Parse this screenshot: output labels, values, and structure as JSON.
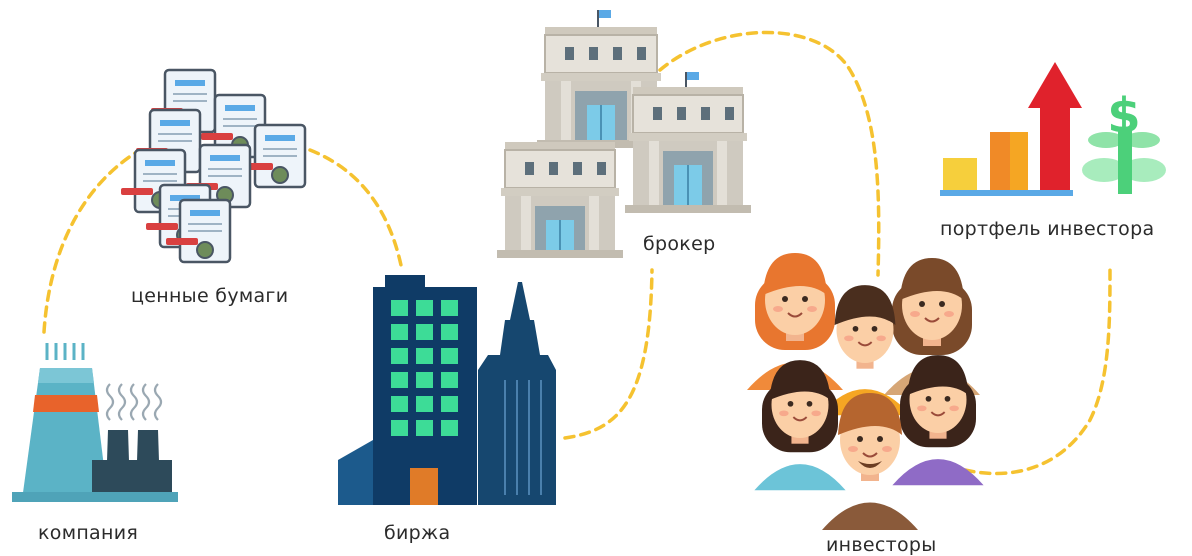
{
  "labels": {
    "company": "компания",
    "securities": "ценные бумаги",
    "exchange": "биржа",
    "broker": "брокер",
    "investors": "инвесторы",
    "portfolio": "портфель инвестора"
  },
  "dollar_sign": "$",
  "colors": {
    "connector": "#f5c230",
    "factory": "#5bb3c6",
    "factory_band": "#e8632b",
    "chimney_dark": "#2d4a5a",
    "tower_dark": "#0f3b66",
    "window_green": "#3ddc97",
    "door_orange": "#e07b28",
    "broker_wall": "#d9d6cf",
    "broker_window": "#8fa3ad",
    "broker_door": "#7ccbe8",
    "doc_outline": "#4a5664",
    "doc_fill": "#eef4fa",
    "stamp_red": "#d94040",
    "stamp_green": "#6e8c5a",
    "chart_yellow": "#f6cf3c",
    "chart_orange": "#f08a27",
    "chart_red": "#e0222c",
    "chart_blue": "#5aa9e6",
    "dollar_green": "#4cd07a"
  }
}
